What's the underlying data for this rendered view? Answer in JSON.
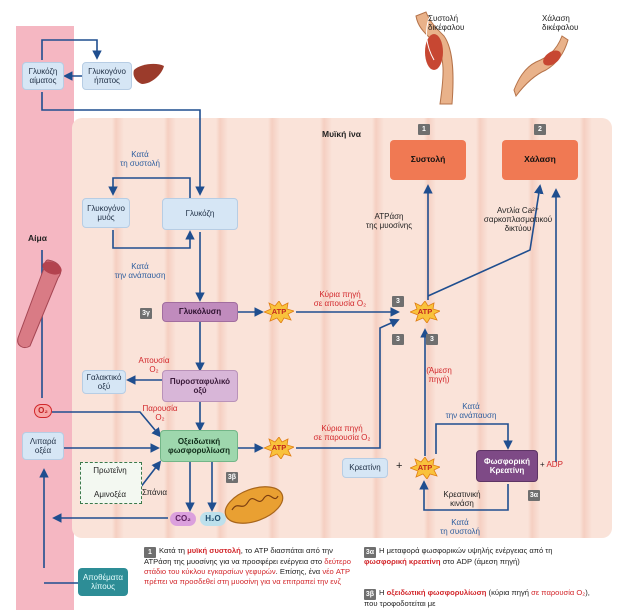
{
  "top_labels": {
    "contraction": "Συστολή\nδικέφαλου",
    "relaxation": "Χάλαση\nδικέφαλου"
  },
  "blood": {
    "label": "Αίμα",
    "glucose": "Γλυκόζη\nαίματος",
    "liver_glycogen": "Γλυκογόνο\nήπατος",
    "lactic_acid": "Γαλακτικό\nοξύ",
    "o2": "O₂",
    "fatty_acids": "Λιπαρά\nοξέα",
    "fat_stores": "Αποθέματα\nλίπους"
  },
  "muscle": {
    "title": "Μυϊκή ίνα",
    "during_contraction_top": "Κατά\nτη συστολή",
    "muscle_glycogen": "Γλυκογόνο\nμυός",
    "glucose": "Γλυκόζη",
    "during_rest_left": "Κατά\nτην ανάπαυση",
    "glycolysis": "Γλυκόλυση",
    "pyruvic_acid": "Πυροσταφυλικό\nοξύ",
    "absence_o2": "Απουσία\nO₂",
    "presence_o2": "Παρουσία\nO₂",
    "oxphos": "Οξειδωτική\nφωσφορυλίωση",
    "protein": "Πρωτεΐνη",
    "amino_acids": "Αμινοξέα",
    "rarely": "Σπάνια",
    "co2": "CO₂",
    "h2o": "H₂O",
    "atp": "ATP",
    "main_source_absence": "Κύρια πηγή\nσε απουσία O₂",
    "main_source_presence": "Κύρια πηγή\nσε παρουσία O₂",
    "contraction_box": "Συστολή",
    "relaxation_box": "Χάλαση",
    "myosin_atpase": "ATPάση\nτης μυοσίνης",
    "sr_atpase": "Αντλία Ca²⁺\nσαρκοπλασματικού\nδικτύου",
    "immediate_source": "(Άμεση\nπηγή)",
    "during_rest_right": "Κατά\nτην ανάπαυση",
    "creatine": "Κρεατίνη",
    "phosphocreatine": "Φωσφορική\nΚρεατίνη",
    "adp": "ADP",
    "creatine_kinase": "Κρεατινική\nκινάση",
    "during_contraction_bottom": "Κατά\nτη συστολή",
    "plus": "+",
    "plus2": "+ "
  },
  "badges": {
    "b1": "1",
    "b2": "2",
    "b3": "3",
    "b3g": "3γ",
    "b3a": "3α",
    "b3b": "3β"
  },
  "caption": {
    "c1_num": "1",
    "c1_a": "Κατά τη ",
    "c1_b": "μυϊκή συστολή",
    "c1_c": ", το ATP διασπάται από την ATPάση της μυοσίνης για να προσφέρει ενέργεια στο ",
    "c1_d": "δεύτερο στάδιο του κύκλου εγκαρσίων γεφυρών",
    "c1_e": ". Επίσης, ένα ",
    "c1_f": "νέο ATP πρέπει να προσδεθεί στη μυοσίνη για να επιτραπεί την ενζ",
    "c3a_num": "3α",
    "c3a_a": "Η μεταφορά φωσφορικών υψηλής ενέργειας από τη ",
    "c3a_b": "φωσφορική κρεατίνη",
    "c3a_c": " στο ADP (άμεση πηγή)",
    "c3b_num": "3β",
    "c3b_a": "Η ",
    "c3b_b": "οξειδωτική φωσφορυλίωση",
    "c3b_c": " (κύρια πηγή ",
    "c3b_d": "σε παρουσία O₂",
    "c3b_e": "), που τροφοδοτείται με"
  },
  "colors": {
    "blood_band": "#f5b7c2",
    "muscle_bg": "#fae3d9",
    "arrow": "#1f4e8f",
    "red": "#d2262a"
  }
}
